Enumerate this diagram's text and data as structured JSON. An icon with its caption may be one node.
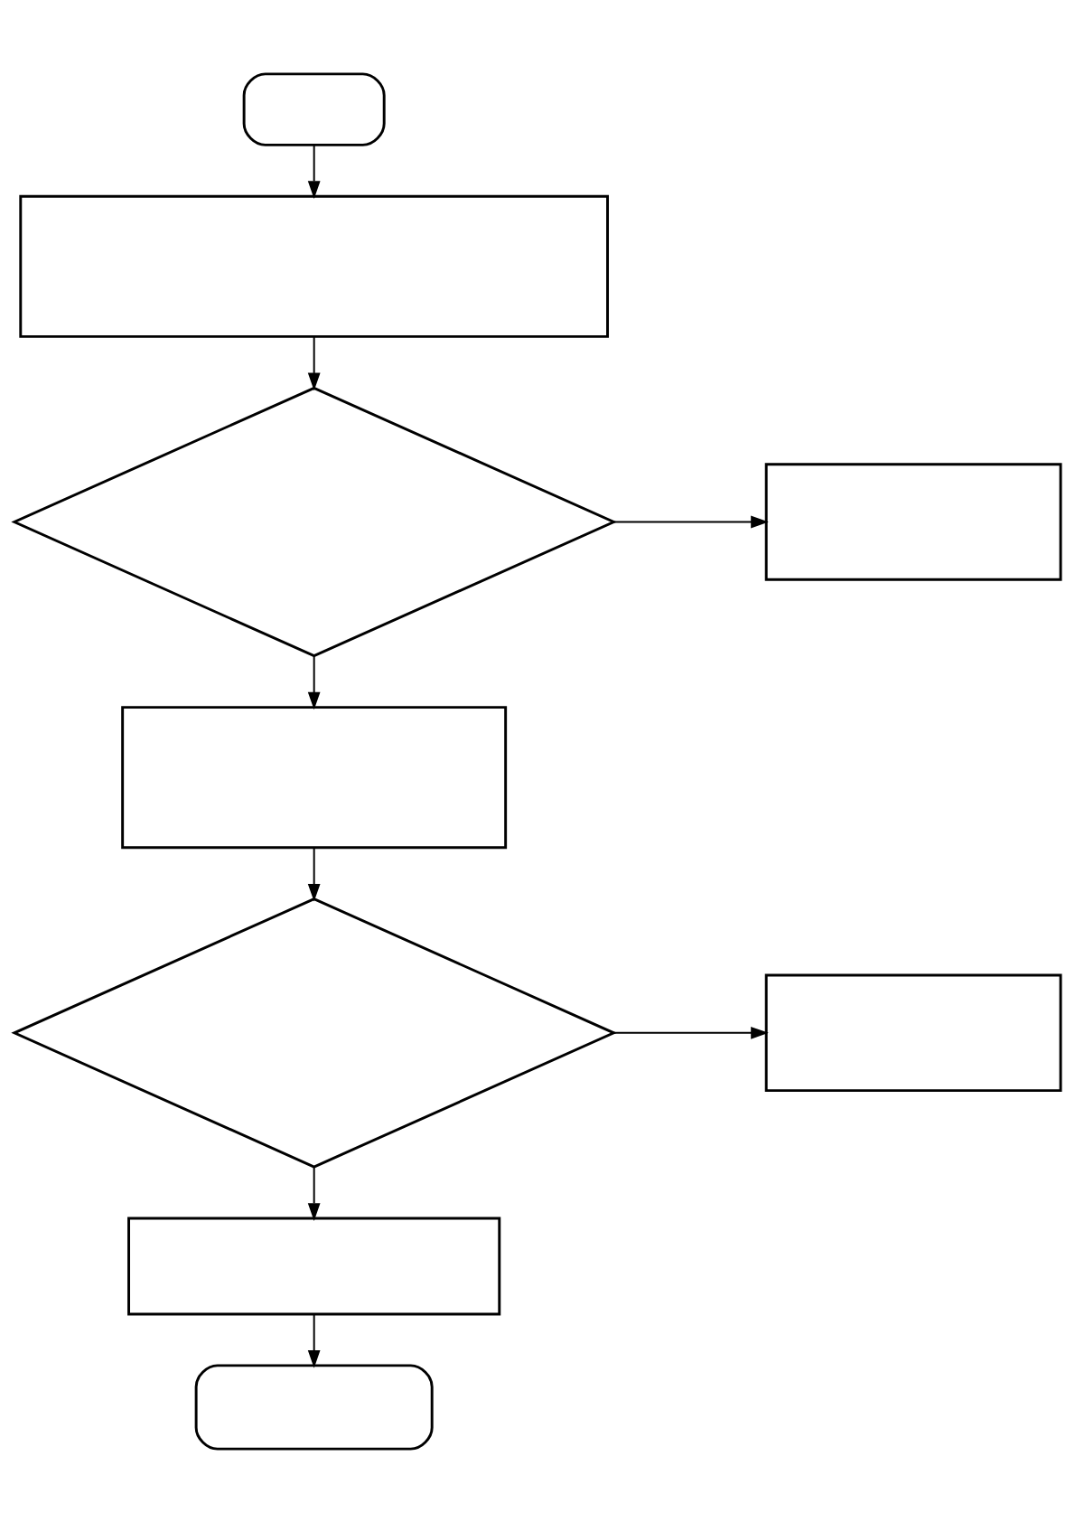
{
  "diagram": {
    "nodes": [
      {
        "text": [],
        "shape": "box"
      },
      {
        "text": [],
        "shape": "box"
      },
      {
        "text": [],
        "shape": "diamond"
      },
      {
        "text": [],
        "shape": "box"
      },
      {
        "text": [],
        "shape": "box"
      },
      {
        "text": [],
        "shape": "diamond"
      },
      {
        "text": [],
        "shape": "box"
      },
      {
        "text": [],
        "shape": "box"
      },
      {
        "text": [],
        "shape": "box"
      }
    ],
    "edges": [
      {
        "from": 0,
        "to": 1,
        "arrow": "to"
      },
      {
        "from": 1,
        "to": 2,
        "arrow": "to"
      },
      {
        "from": 2,
        "to": 3,
        "arrow": "to"
      },
      {
        "from": 2,
        "to": 4,
        "arrow": "to"
      },
      {
        "from": 4,
        "to": 5,
        "arrow": "to"
      },
      {
        "from": 5,
        "to": 6,
        "arrow": "to"
      },
      {
        "from": 5,
        "to": 7,
        "arrow": "to"
      },
      {
        "from": 7,
        "to": 8,
        "arrow": "to"
      }
    ]
  }
}
